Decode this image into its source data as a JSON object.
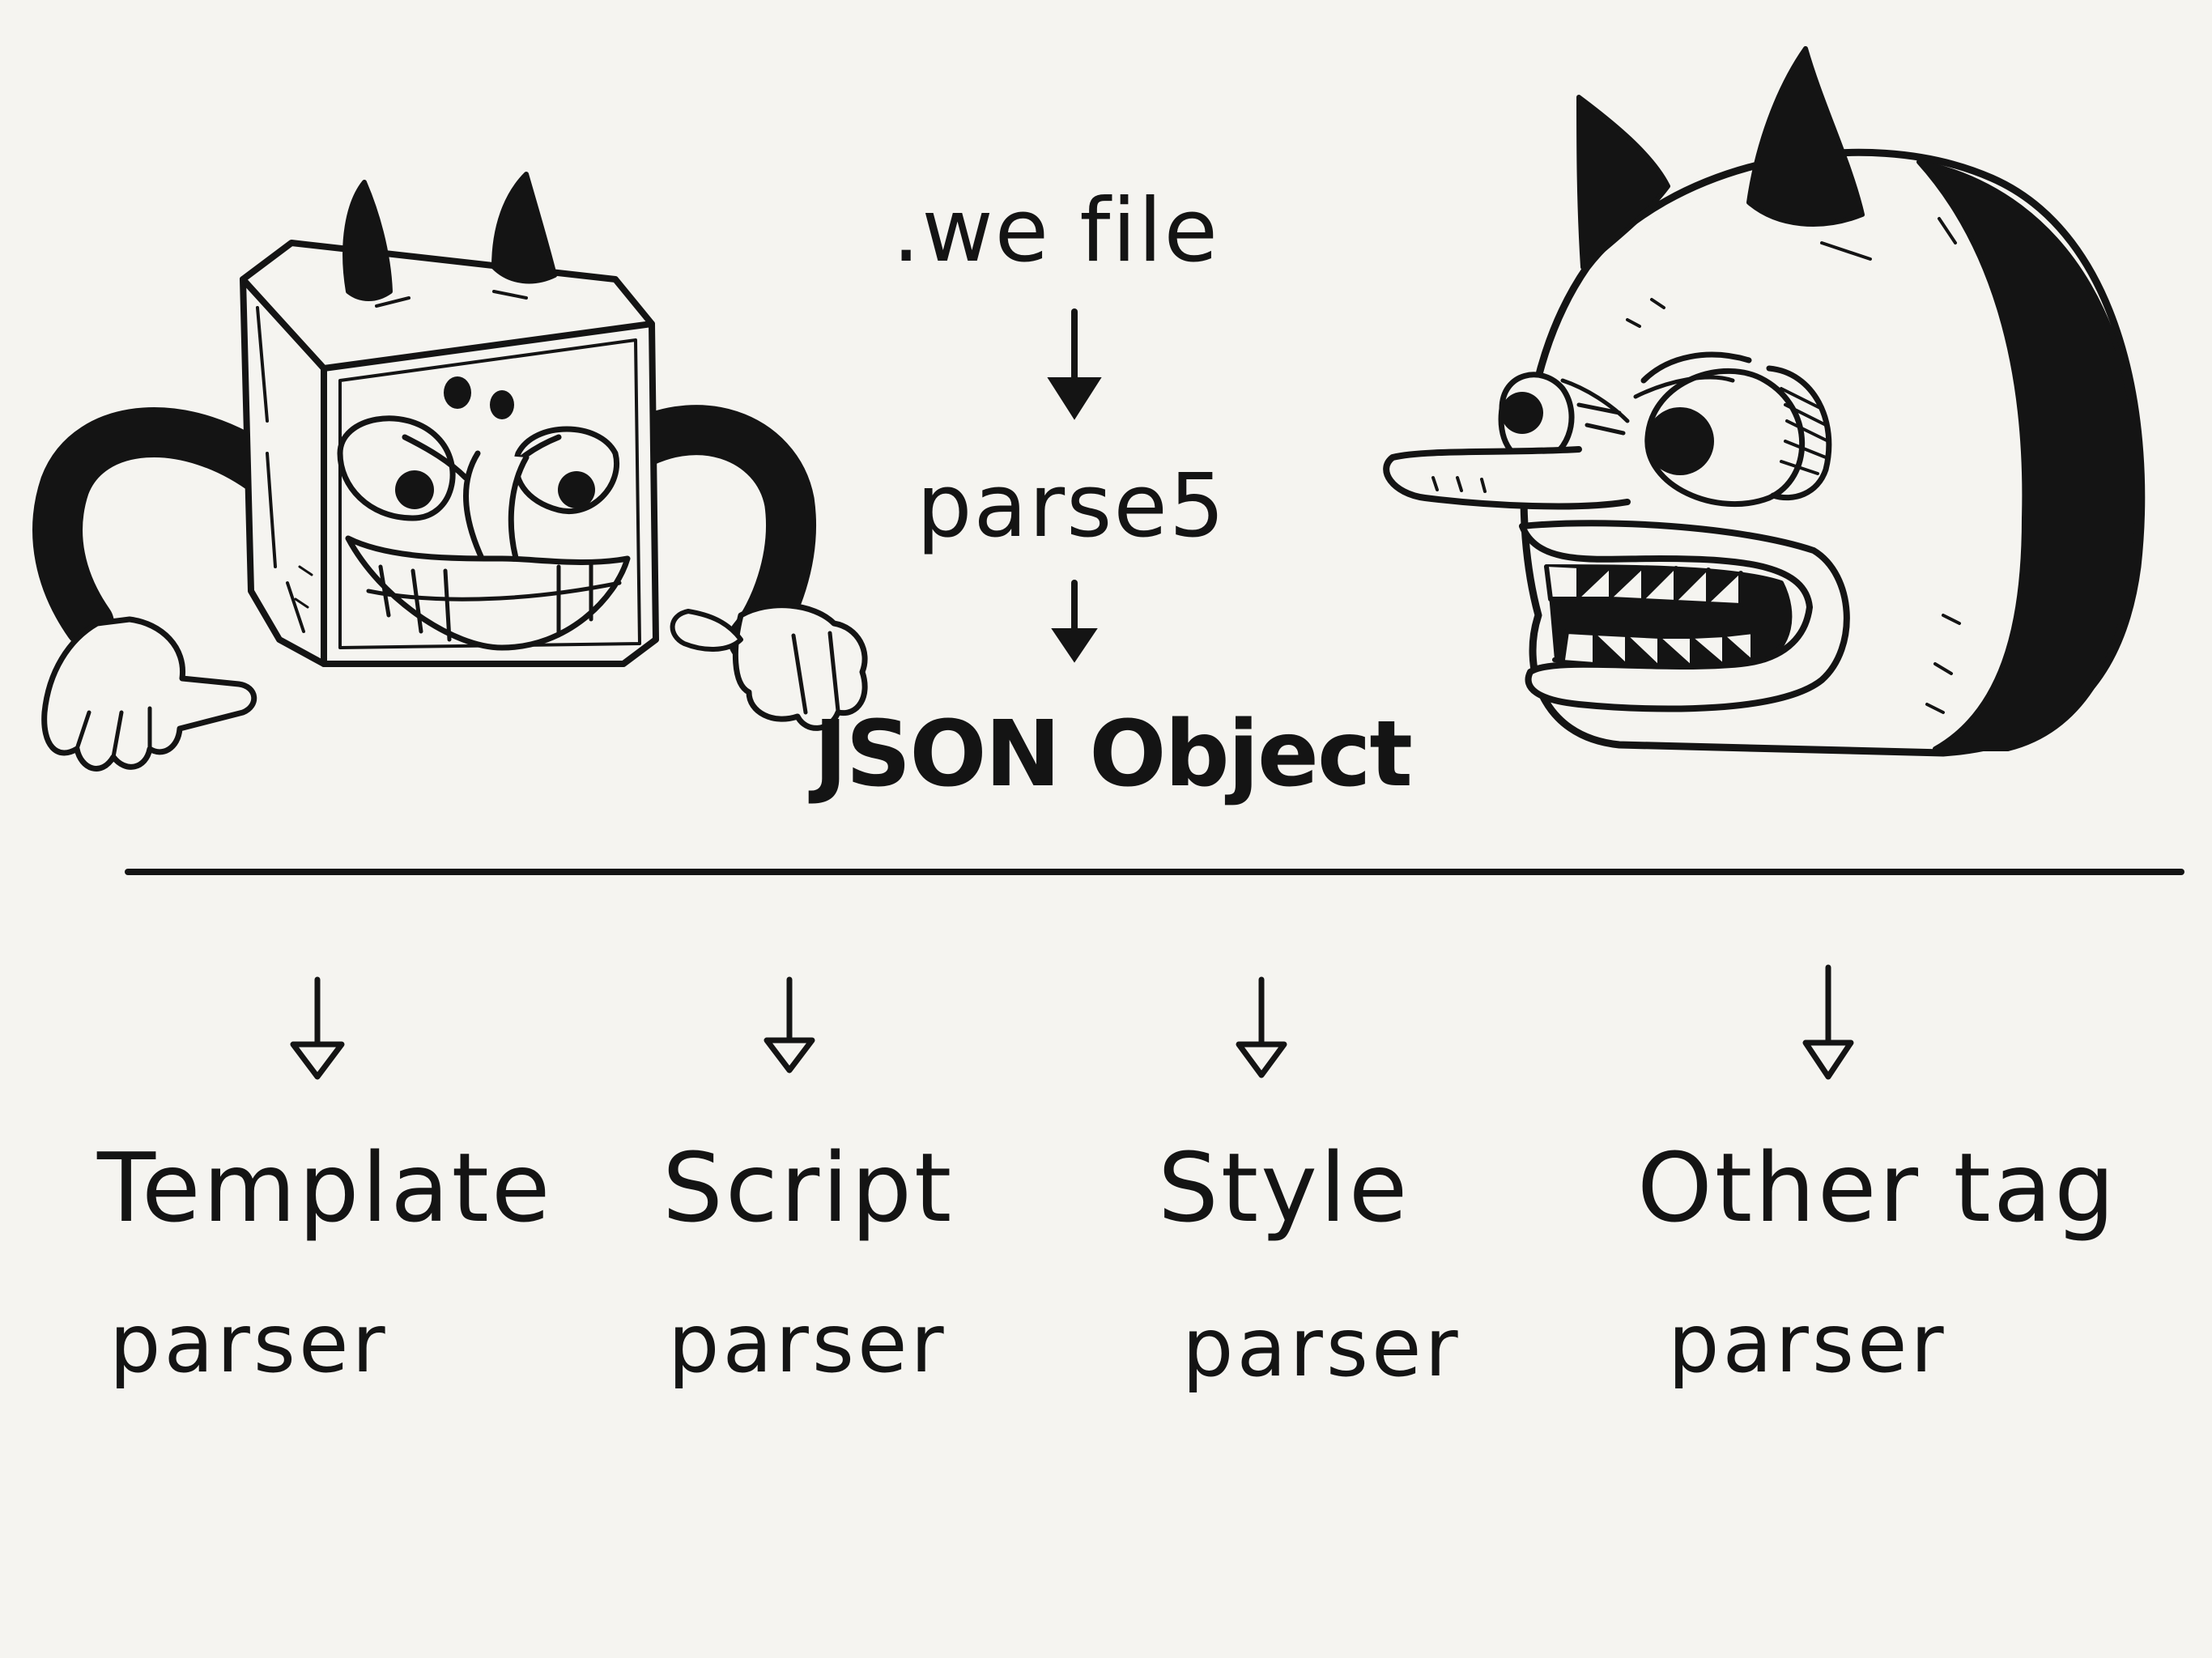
{
  "flow": {
    "source": ".we file",
    "step": "parse5",
    "result": "JSON Object"
  },
  "parsers": [
    {
      "title": "Template",
      "sub": "parser"
    },
    {
      "title": "Script",
      "sub": "parser"
    },
    {
      "title": "Style",
      "sub": "parser"
    },
    {
      "title": "Other tag",
      "sub": "parser"
    }
  ],
  "colors": {
    "background": "#f5f4f0",
    "ink": "#141414"
  },
  "illustrations": [
    "cube-devil-mascot-icon",
    "round-devil-mascot-icon"
  ]
}
